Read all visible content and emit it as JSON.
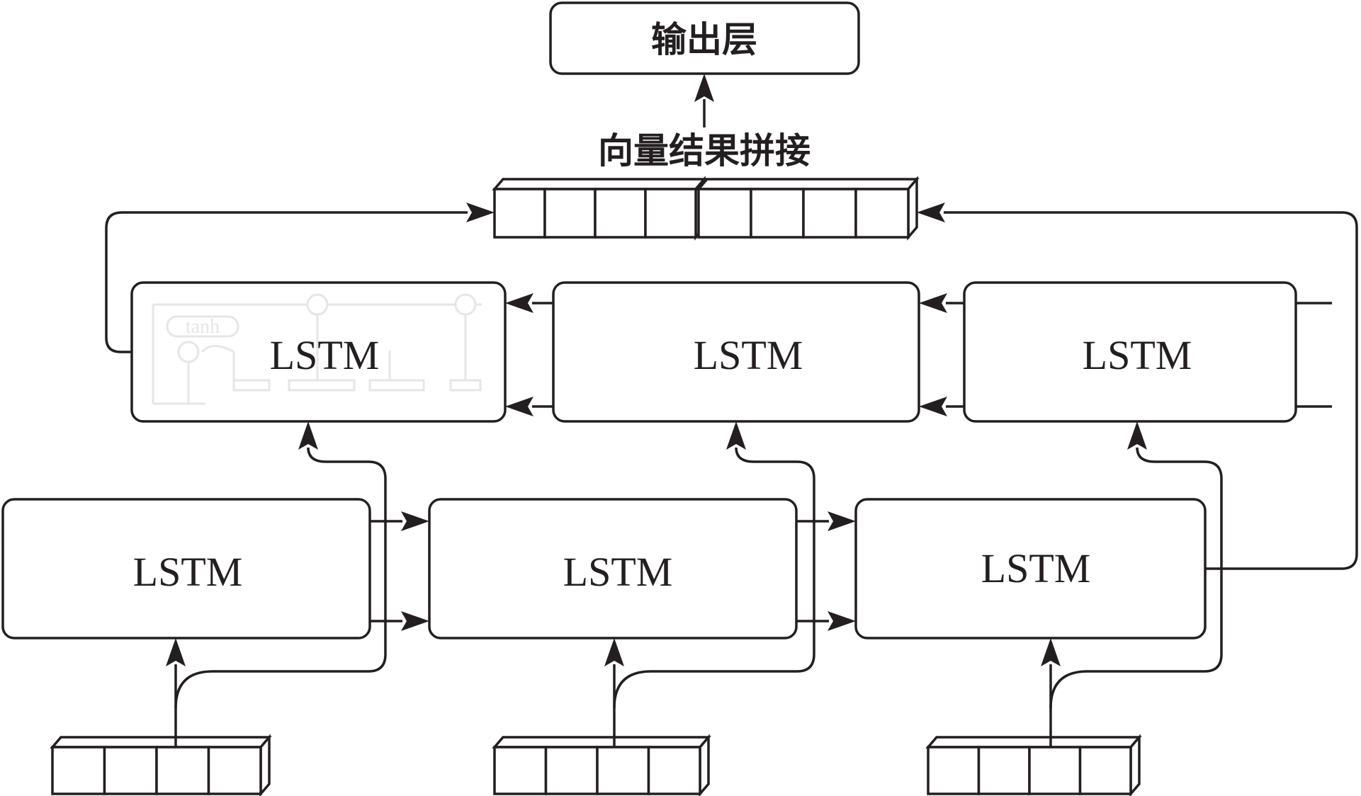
{
  "output_layer": {
    "label": "输出层"
  },
  "concat": {
    "label": "向量结果拼接"
  },
  "backward_row": {
    "cells": [
      {
        "label": "LSTM"
      },
      {
        "label": "LSTM"
      },
      {
        "label": "LSTM"
      }
    ]
  },
  "forward_row": {
    "cells": [
      {
        "label": "LSTM"
      },
      {
        "label": "LSTM"
      },
      {
        "label": "LSTM"
      }
    ]
  },
  "faint_sketch": {
    "label": "tanh"
  }
}
